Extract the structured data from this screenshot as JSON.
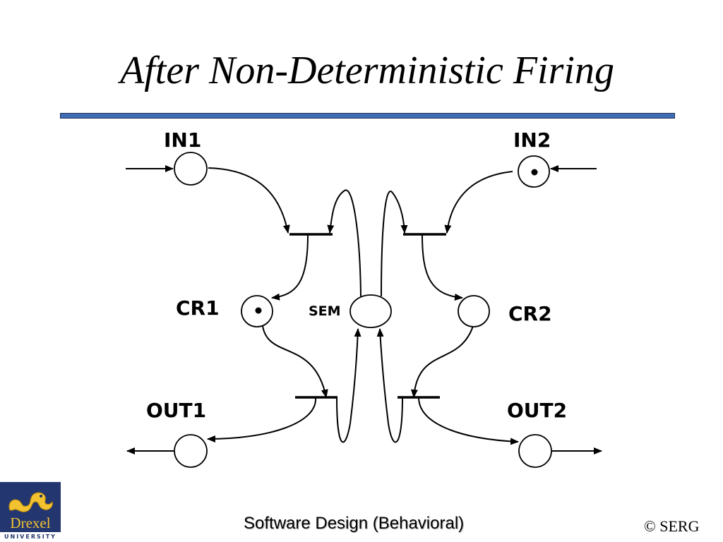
{
  "slide": {
    "title": "After Non-Deterministic Firing",
    "footer": "Software Design (Behavioral)",
    "copyright": "© SERG"
  },
  "logo": {
    "word": "Drexel",
    "sub": "UNIVERSITY"
  },
  "diagram": {
    "places": {
      "in1": {
        "label": "IN1",
        "tokens": 0
      },
      "in2": {
        "label": "IN2",
        "tokens": 1
      },
      "cr1": {
        "label": "CR1",
        "tokens": 1
      },
      "cr2": {
        "label": "CR2",
        "tokens": 0
      },
      "sem": {
        "label": "SEM",
        "tokens": 0
      },
      "out1": {
        "label": "OUT1",
        "tokens": 0
      },
      "out2": {
        "label": "OUT2",
        "tokens": 0
      }
    }
  }
}
